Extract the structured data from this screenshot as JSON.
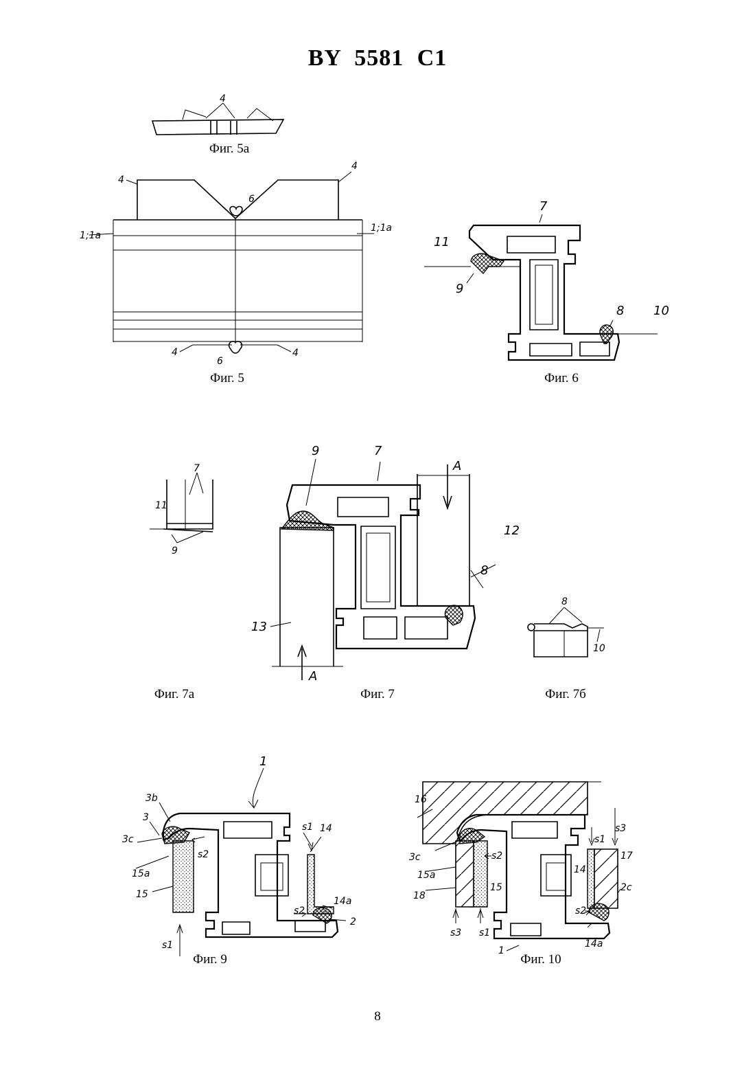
{
  "header": {
    "title": "BY  5581  C1"
  },
  "captions": {
    "fig5a": "Фиг. 5a",
    "fig5": "Фиг. 5",
    "fig6": "Фиг. 6",
    "fig7a": "Фиг. 7a",
    "fig7": "Фиг. 7",
    "fig7b": "Фиг. 7б",
    "fig9": "Фиг. 9",
    "fig10": "Фиг. 10"
  },
  "labels": {
    "fig5a": [
      "4"
    ],
    "fig5": [
      "4",
      "4",
      "6",
      "1;1a",
      "1;1a",
      "4",
      "6",
      "4"
    ],
    "fig6": [
      "7",
      "11",
      "9",
      "8",
      "10"
    ],
    "fig7a": [
      "7",
      "11",
      "9"
    ],
    "fig7": [
      "9",
      "7",
      "A",
      "12",
      "8",
      "13",
      "A"
    ],
    "fig7b": [
      "8",
      "10"
    ],
    "fig9": [
      "1",
      "3b",
      "3",
      "3c",
      "15a",
      "15",
      "s1",
      "14",
      "s2",
      "14a",
      "s2",
      "2",
      "s1"
    ],
    "fig10": [
      "16",
      "s1",
      "s3",
      "17",
      "3c",
      "s2",
      "15a",
      "15",
      "14",
      "18",
      "s2",
      "2c",
      "s3",
      "s1",
      "1",
      "14a"
    ]
  },
  "page_number": "8"
}
